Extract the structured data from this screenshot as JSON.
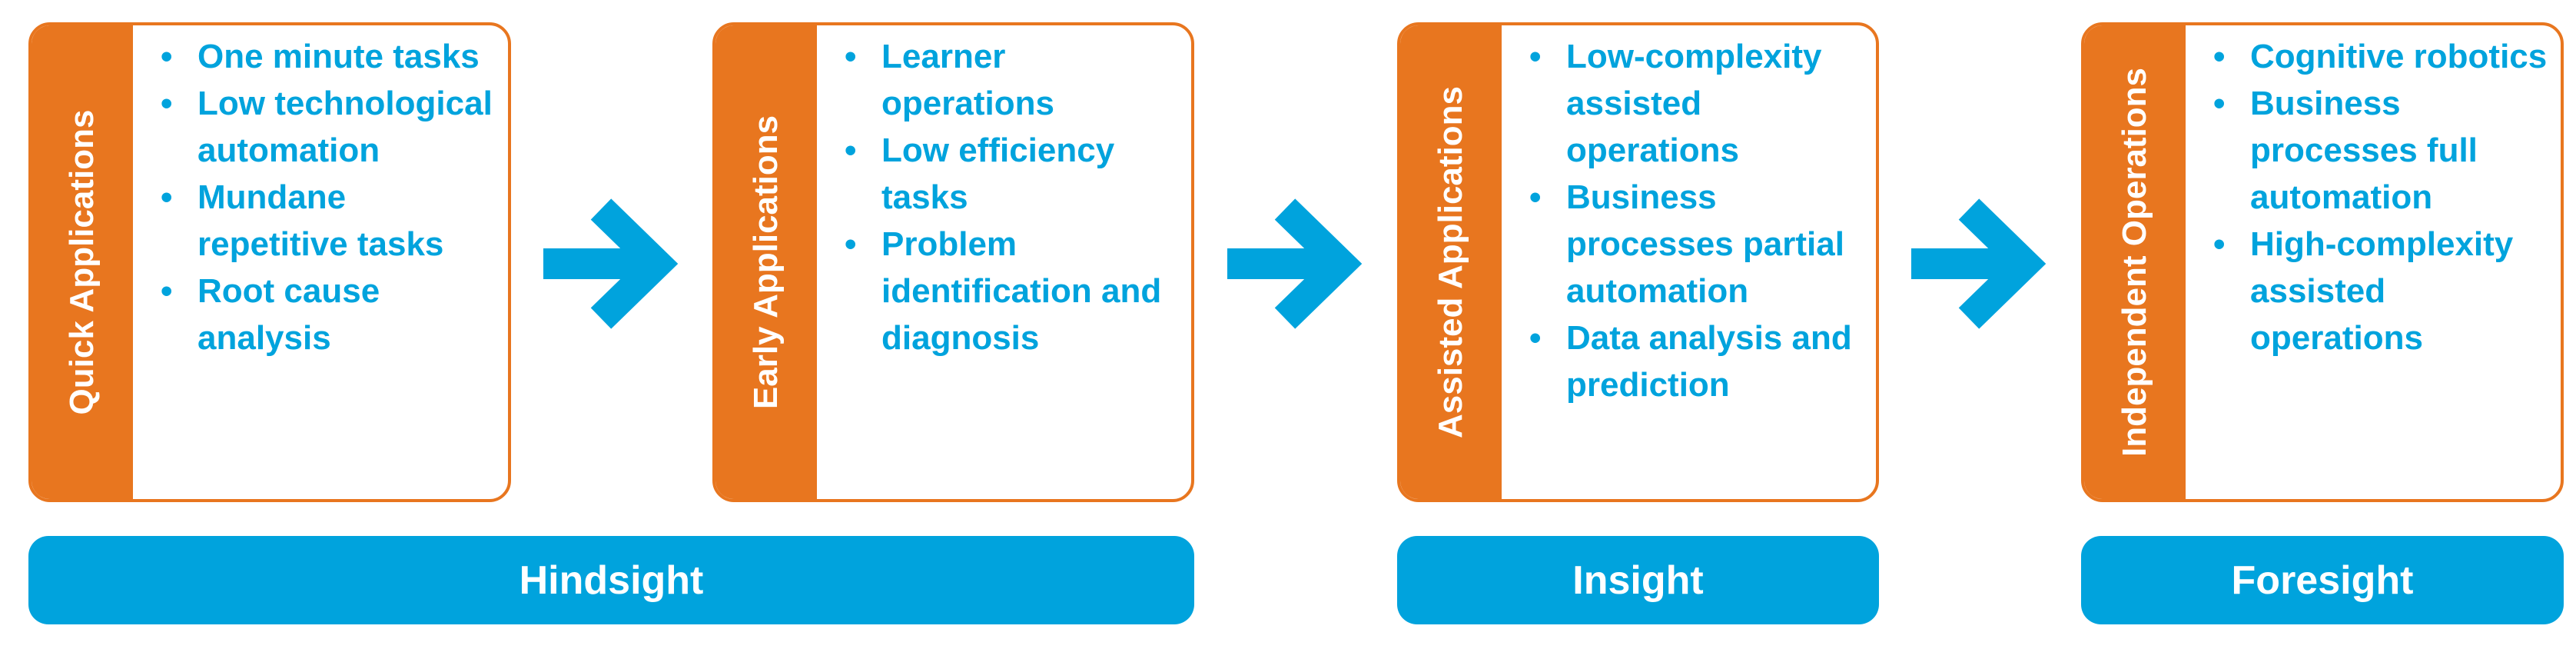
{
  "colors": {
    "orange": "#e8761f",
    "blue": "#00a3dd",
    "white": "#ffffff"
  },
  "stages": [
    {
      "title": "Quick Applications",
      "items": [
        "One minute tasks",
        "Low technological automation",
        "Mundane repetitive tasks",
        "Root cause analysis"
      ]
    },
    {
      "title": "Early Applications",
      "items": [
        "Learner operations",
        "Low efficiency tasks",
        "Problem identification and diagnosis"
      ]
    },
    {
      "title": "Assisted Applications",
      "items": [
        "Low-complexity assisted operations",
        "Business processes partial automation",
        "Data analysis and prediction"
      ]
    },
    {
      "title": "Independent Operations",
      "items": [
        "Cognitive robotics",
        "Business processes full automation",
        "High-complexity assisted operations"
      ]
    }
  ],
  "bands": [
    {
      "label": "Hindsight"
    },
    {
      "label": "Insight"
    },
    {
      "label": "Foresight"
    }
  ],
  "icons": {
    "arrow": "arrow-right-icon",
    "bullet": "•"
  }
}
